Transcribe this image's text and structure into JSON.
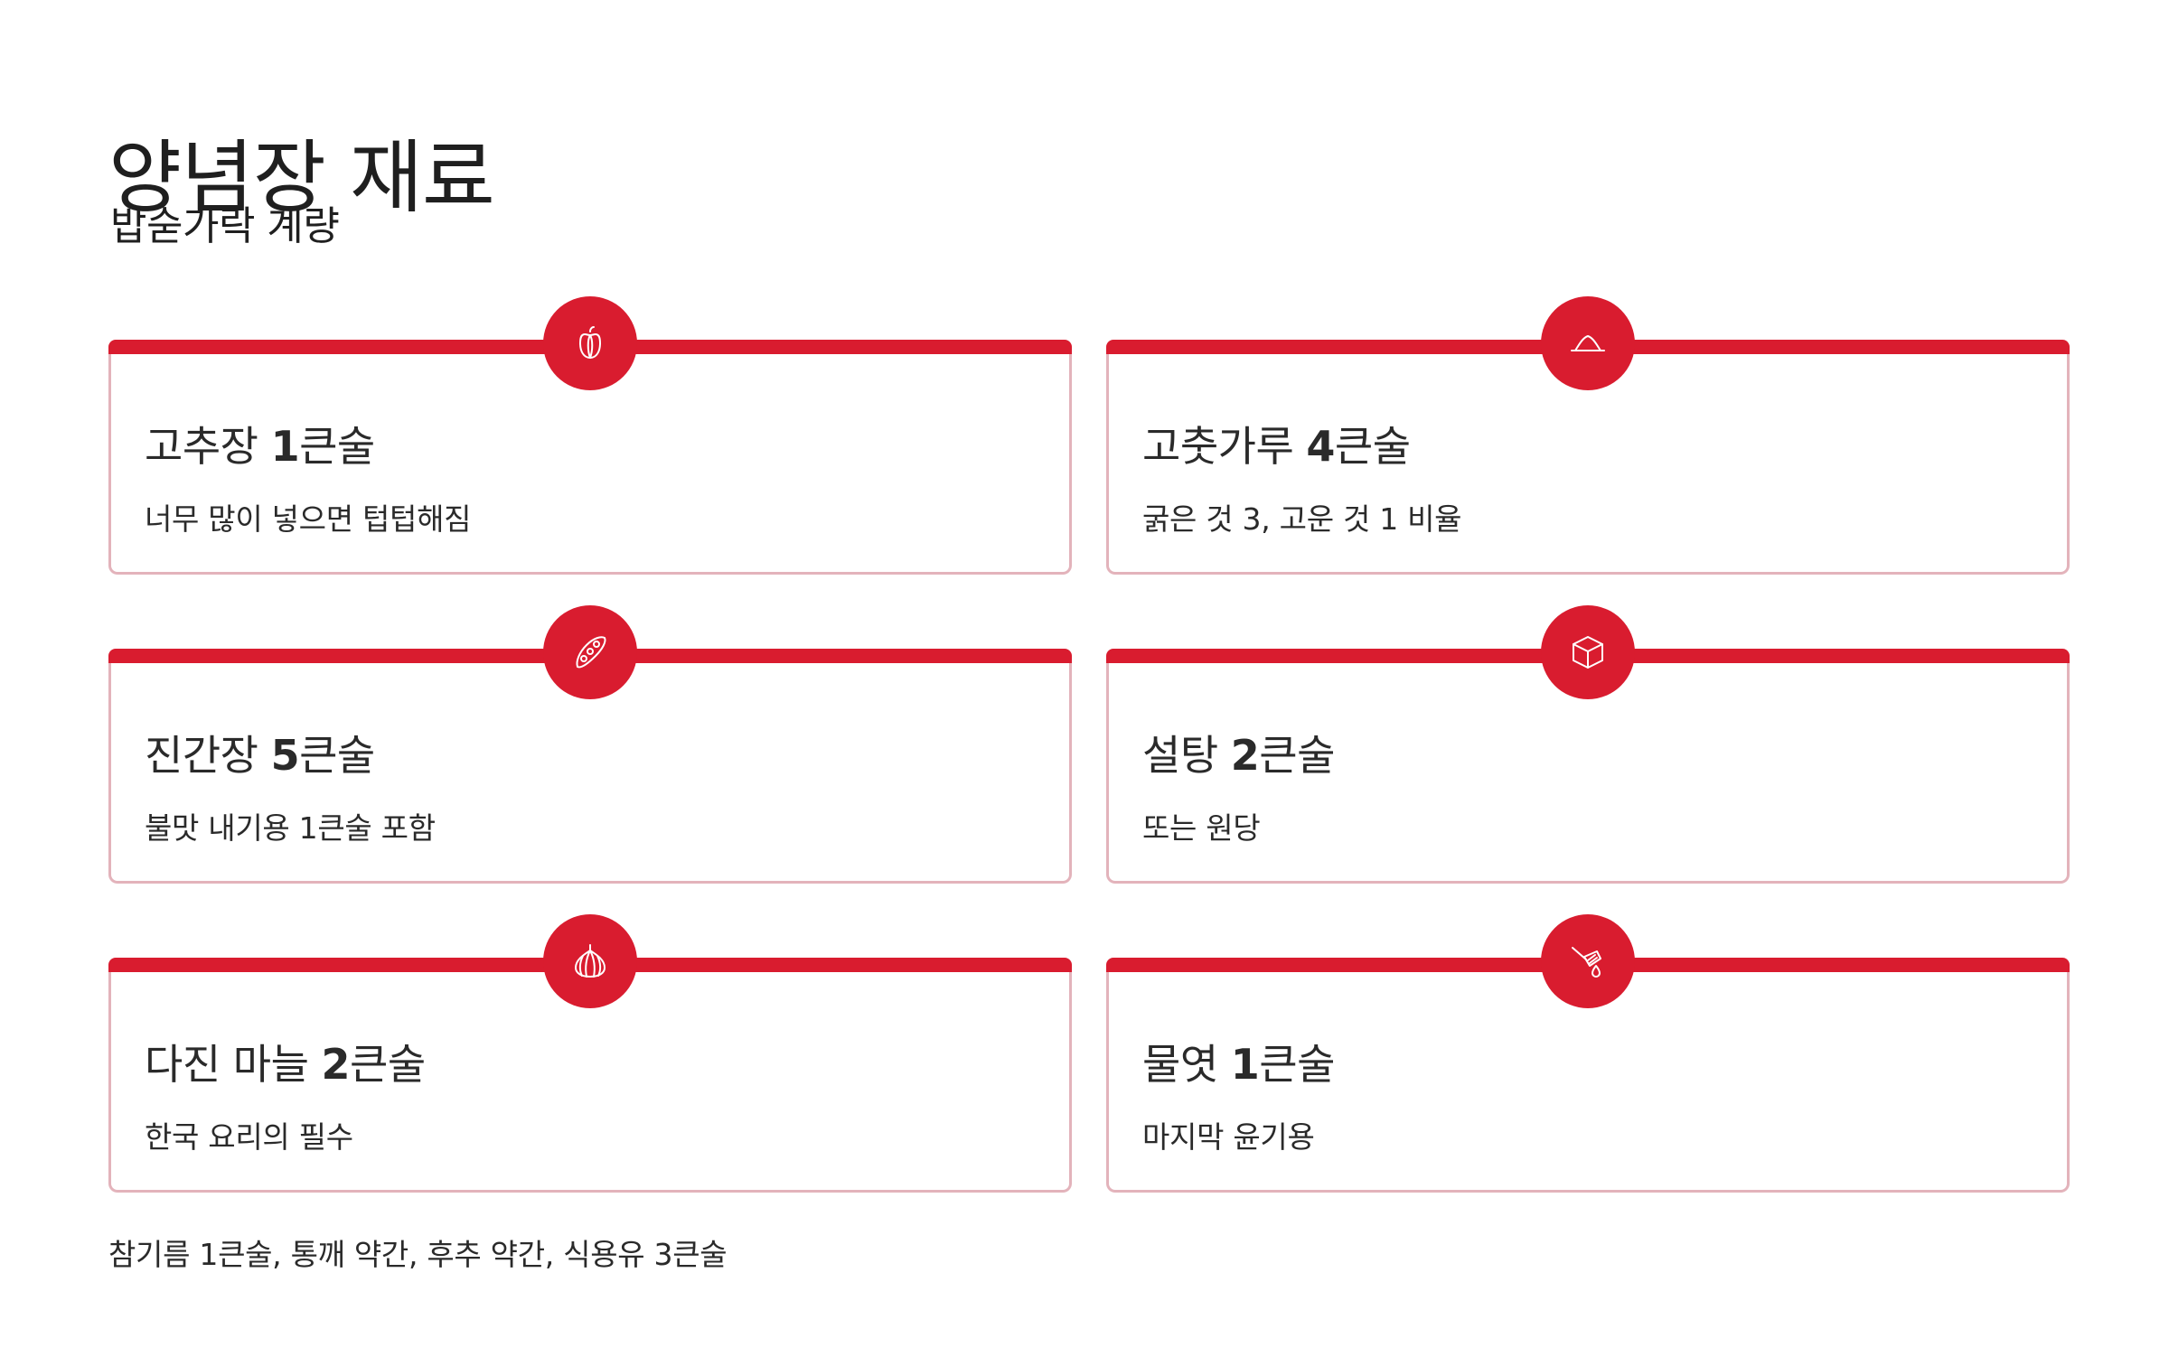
{
  "page": {
    "title": "양념장 재료",
    "subtitle": "밥숟가락 계량",
    "footnote": "참기름 1큰술, 통깨 약간, 후추 약간, 식용유 3큰술"
  },
  "colors": {
    "accent": "#d91c2f",
    "card_border": "#e3b3bb",
    "text": "#222222"
  },
  "cards": [
    {
      "name": "고추장",
      "amount": "1",
      "unit": "큰술",
      "note": "너무 많이 넣으면 텁텁해짐",
      "icon": "pepper-icon"
    },
    {
      "name": "고춧가루",
      "amount": "4",
      "unit": "큰술",
      "note": "굵은 것 3, 고운 것 1 비율",
      "icon": "powder-pile-icon"
    },
    {
      "name": "진간장",
      "amount": "5",
      "unit": "큰술",
      "note": "불맛 내기용 1큰술 포함",
      "icon": "soybean-icon"
    },
    {
      "name": "설탕",
      "amount": "2",
      "unit": "큰술",
      "note": "또는 원당",
      "icon": "sugar-cube-icon"
    },
    {
      "name": "다진 마늘",
      "amount": "2",
      "unit": "큰술",
      "note": "한국 요리의 필수",
      "icon": "garlic-icon"
    },
    {
      "name": "물엿",
      "amount": "1",
      "unit": "큰술",
      "note": "마지막 윤기용",
      "icon": "honey-dipper-icon"
    }
  ]
}
